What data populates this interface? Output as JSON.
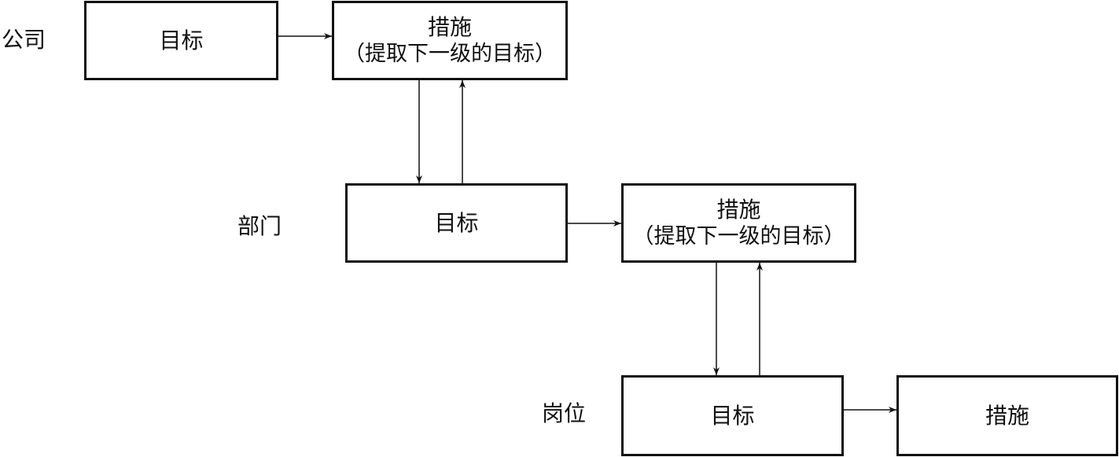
{
  "levels": {
    "company": "公司",
    "department": "部门",
    "position": "岗位"
  },
  "company": {
    "target": "目标",
    "measure_title": "措施",
    "measure_sub": "（提取下一级的目标）"
  },
  "department": {
    "target": "目标",
    "measure_title": "措施",
    "measure_sub": "（提取下一级的目标）"
  },
  "position": {
    "target": "目标",
    "measure_title": "措施"
  }
}
